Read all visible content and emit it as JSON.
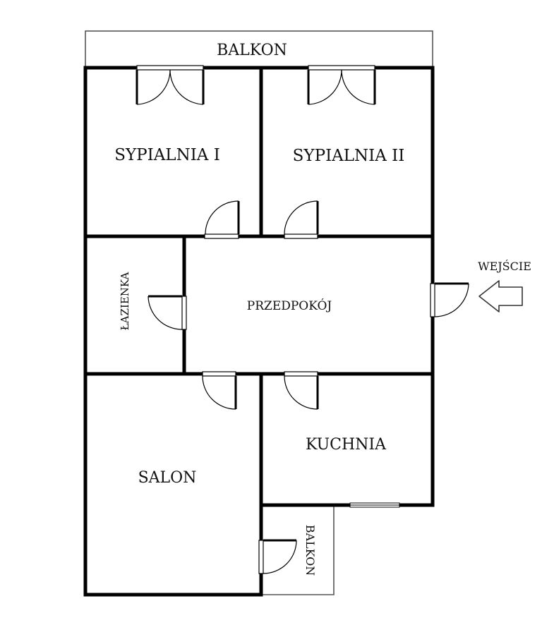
{
  "rooms": {
    "balcony_top": "BALKON",
    "bedroom_1": "SYPIALNIA I",
    "bedroom_2": "SYPIALNIA II",
    "bathroom": "ŁAZIENKA",
    "hallway": "PRZEDPOKÓJ",
    "living_room": "SALON",
    "kitchen": "KUCHNIA",
    "balcony_bottom": "BALKON"
  },
  "entrance": {
    "label": "WEJŚCIE",
    "arrow_icon": "left-arrow-icon"
  },
  "colors": {
    "wall": "#000000",
    "balcony_outline": "#555555",
    "background": "#ffffff"
  }
}
